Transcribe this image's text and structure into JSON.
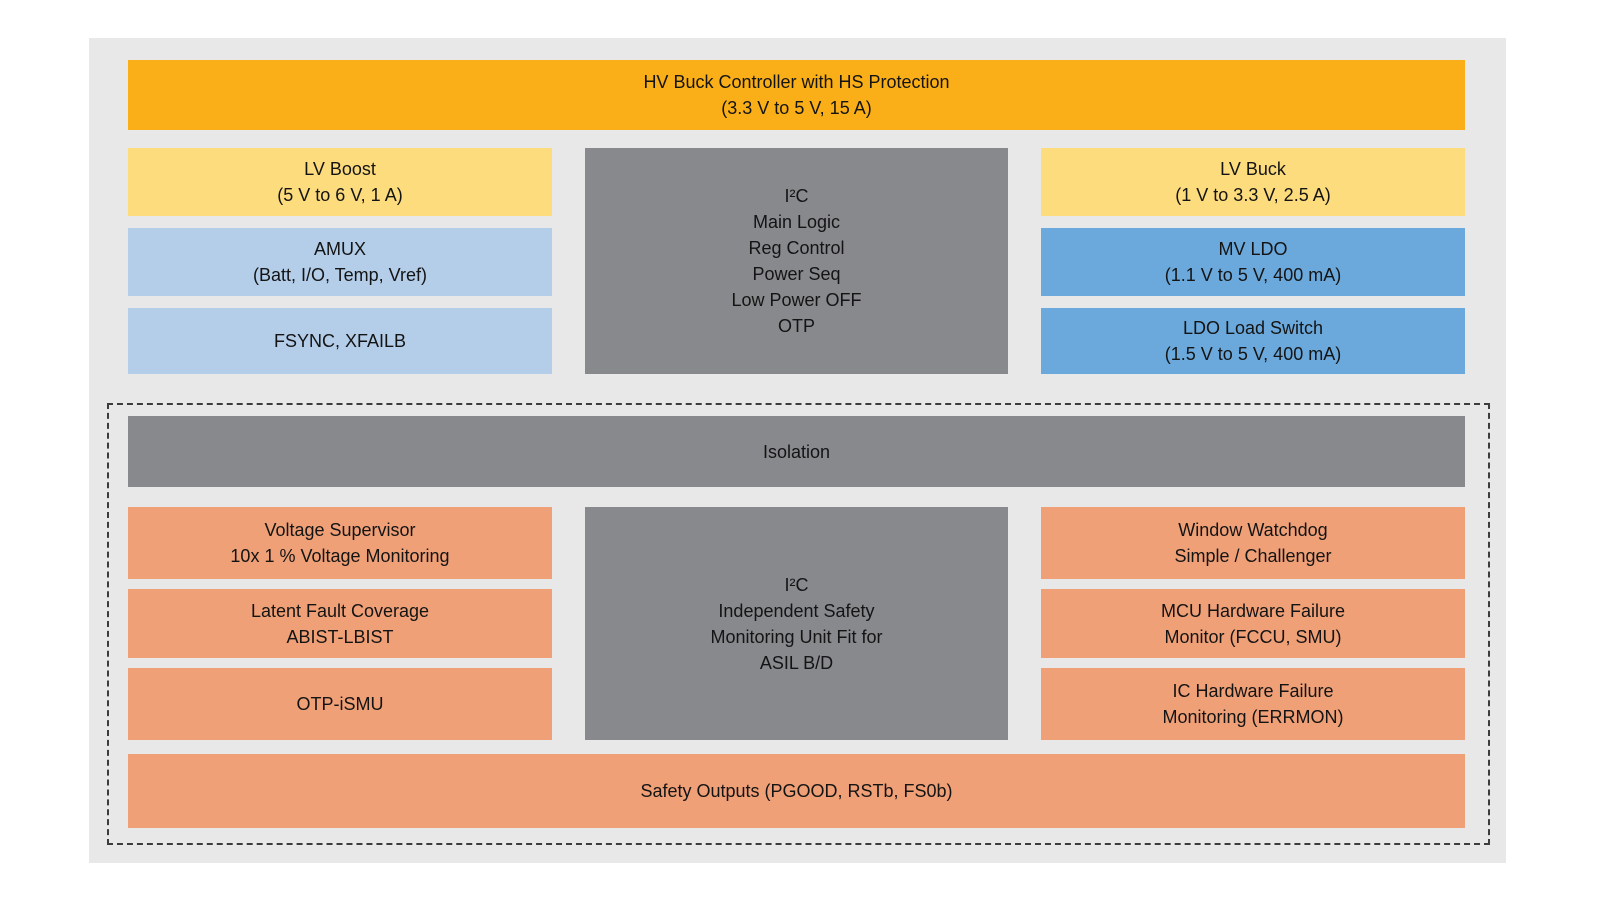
{
  "colors": {
    "panel_bg": "#e8e8e9",
    "orange": "#faaf18",
    "yellow": "#fddc7d",
    "light_blue": "#b4ceea",
    "blue": "#6ba9dc",
    "gray": "#87898c",
    "salmon": "#efa077",
    "text": "#141414"
  },
  "top_section": {
    "header": {
      "lines": [
        "HV Buck Controller with HS Protection",
        "(3.3 V to 5 V, 15 A)"
      ]
    },
    "left_blocks": [
      {
        "lines": [
          "LV Boost",
          "(5 V to 6 V, 1 A)"
        ]
      },
      {
        "lines": [
          "AMUX",
          "(Batt, I/O, Temp, Vref)"
        ]
      },
      {
        "lines": [
          "FSYNC, XFAILB"
        ]
      }
    ],
    "center_block": {
      "lines": [
        "I²C",
        "Main Logic",
        "Reg Control",
        "Power Seq",
        "Low Power OFF",
        "OTP"
      ]
    },
    "right_blocks": [
      {
        "lines": [
          "LV Buck",
          "(1 V to 3.3 V, 2.5 A)"
        ]
      },
      {
        "lines": [
          "MV LDO",
          "(1.1 V to 5 V, 400 mA)"
        ]
      },
      {
        "lines": [
          "LDO Load Switch",
          "(1.5 V to 5 V, 400 mA)"
        ]
      }
    ]
  },
  "safety_section": {
    "isolation": {
      "lines": [
        "Isolation"
      ]
    },
    "left_blocks": [
      {
        "lines": [
          "Voltage Supervisor",
          "10x 1 % Voltage Monitoring"
        ]
      },
      {
        "lines": [
          "Latent Fault Coverage",
          "ABIST-LBIST"
        ]
      },
      {
        "lines": [
          "OTP-iSMU"
        ]
      }
    ],
    "center_block": {
      "lines": [
        "I²C",
        "Independent Safety",
        "Monitoring Unit Fit for",
        "ASIL B/D"
      ]
    },
    "right_blocks": [
      {
        "lines": [
          "Window Watchdog",
          "Simple / Challenger"
        ]
      },
      {
        "lines": [
          "MCU Hardware Failure",
          "Monitor (FCCU, SMU)"
        ]
      },
      {
        "lines": [
          "IC Hardware Failure",
          "Monitoring (ERRMON)"
        ]
      }
    ],
    "footer": {
      "lines": [
        "Safety Outputs (PGOOD, RSTb, FS0b)"
      ]
    }
  }
}
